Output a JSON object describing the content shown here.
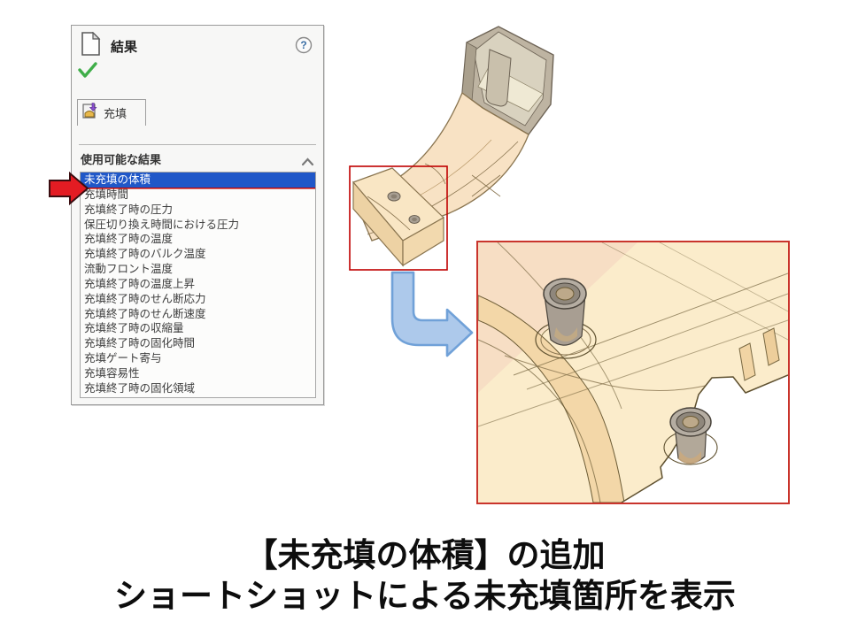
{
  "slide": {
    "title_line1": "【未充填の体積】の追加",
    "title_line2": "ショートショットによる未充填箇所を表示"
  },
  "panel": {
    "title": "結果",
    "tab_label": "充填",
    "section_header": "使用可能な結果",
    "selected_index": 0,
    "results": [
      "未充填の体積",
      "充填時間",
      "充填終了時の圧力",
      "保圧切り換え時間における圧力",
      "充填終了時の温度",
      "充填終了時のバルク温度",
      "流動フロント温度",
      "充填終了時の温度上昇",
      "充填終了時のせん断応力",
      "充填終了時のせん断速度",
      "充填終了時の収縮量",
      "充填終了時の固化時間",
      "充填ゲート寄与",
      "充填容易性",
      "充填終了時の固化領域"
    ],
    "icons": {
      "help": "question-mark",
      "status": "green-check",
      "header": "document-page",
      "tab": "fill-result",
      "collapse": "chevron-up"
    }
  },
  "annotations": {
    "pointer": "red-right-arrow",
    "zoom_link": "blue-bent-arrow",
    "highlight_boxes": 2
  },
  "colors": {
    "selection_blue": "#2057c8",
    "highlight_red": "#c00000",
    "arrow_red": "#e31c23",
    "arrow_blue_fill": "#adc9eb",
    "arrow_blue_stroke": "#70a1d8",
    "model_amber": "#f7debc",
    "boss_gray": "#a89e92",
    "panel_bg": "#f7f7f6"
  }
}
